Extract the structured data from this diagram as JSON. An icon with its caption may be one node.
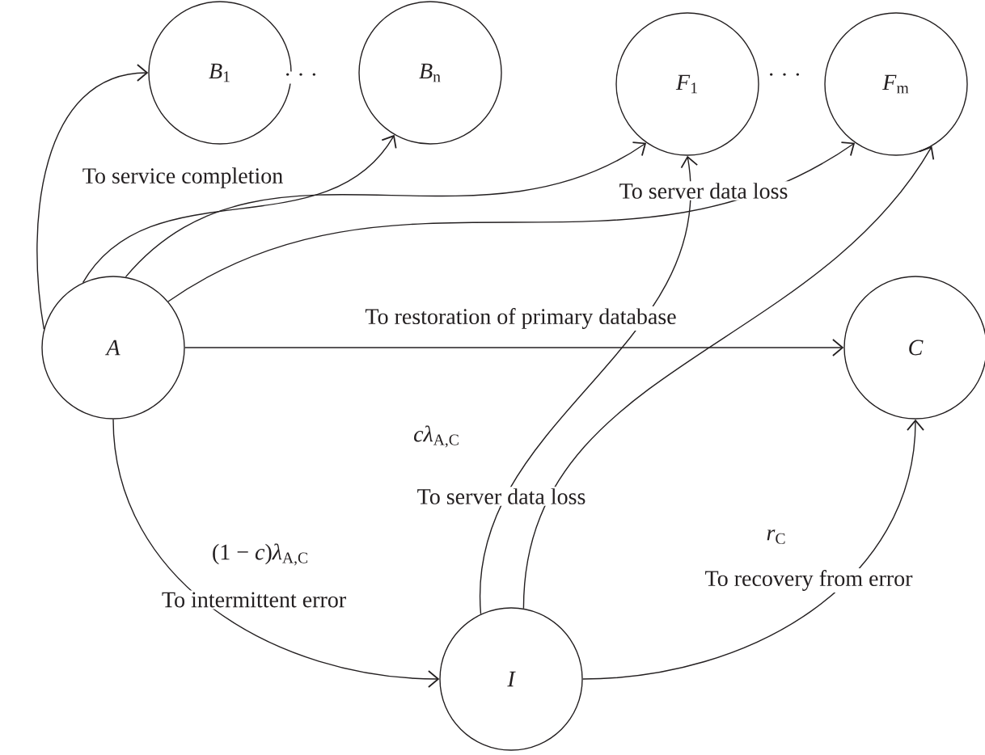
{
  "diagram": {
    "nodes": [
      {
        "text": [
          "*B*$_{1}$"
        ]
      },
      {
        "text": [
          "*B*$_{n}$"
        ]
      },
      {
        "text": [
          "*F*$_{1}$"
        ]
      },
      {
        "text": [
          "*F*$_{m}$"
        ]
      },
      {
        "text": [
          "A"
        ]
      },
      {
        "text": [
          "C"
        ]
      },
      {
        "text": [
          "I"
        ]
      }
    ],
    "edges": [
      {
        "from": 4,
        "to": 0,
        "arrow": "to"
      },
      {
        "from": 4,
        "to": 1,
        "arrow": "to",
        "label": "To service completion"
      },
      {
        "from": 4,
        "to": 2,
        "arrow": "to"
      },
      {
        "from": 4,
        "to": 3,
        "arrow": "to",
        "label": "To server data loss"
      },
      {
        "from": 4,
        "to": 5,
        "arrow": "to",
        "label": "To restoration of primary database"
      },
      {
        "from": 4,
        "to": 6,
        "arrow": "to",
        "label": "To intermittent error"
      },
      {
        "from": 6,
        "to": 2,
        "arrow": "to",
        "label": "To server data loss"
      },
      {
        "from": 6,
        "to": 3,
        "arrow": "to"
      },
      {
        "from": 6,
        "to": 5,
        "arrow": "to",
        "label": "To recovery from error"
      }
    ],
    "labels": [
      "· · ·",
      "· · ·",
      "*cλ*$_{A,C}$",
      "(1 − *c*)*λ*$_{A,C}$",
      "*r*$_{C}$"
    ]
  }
}
